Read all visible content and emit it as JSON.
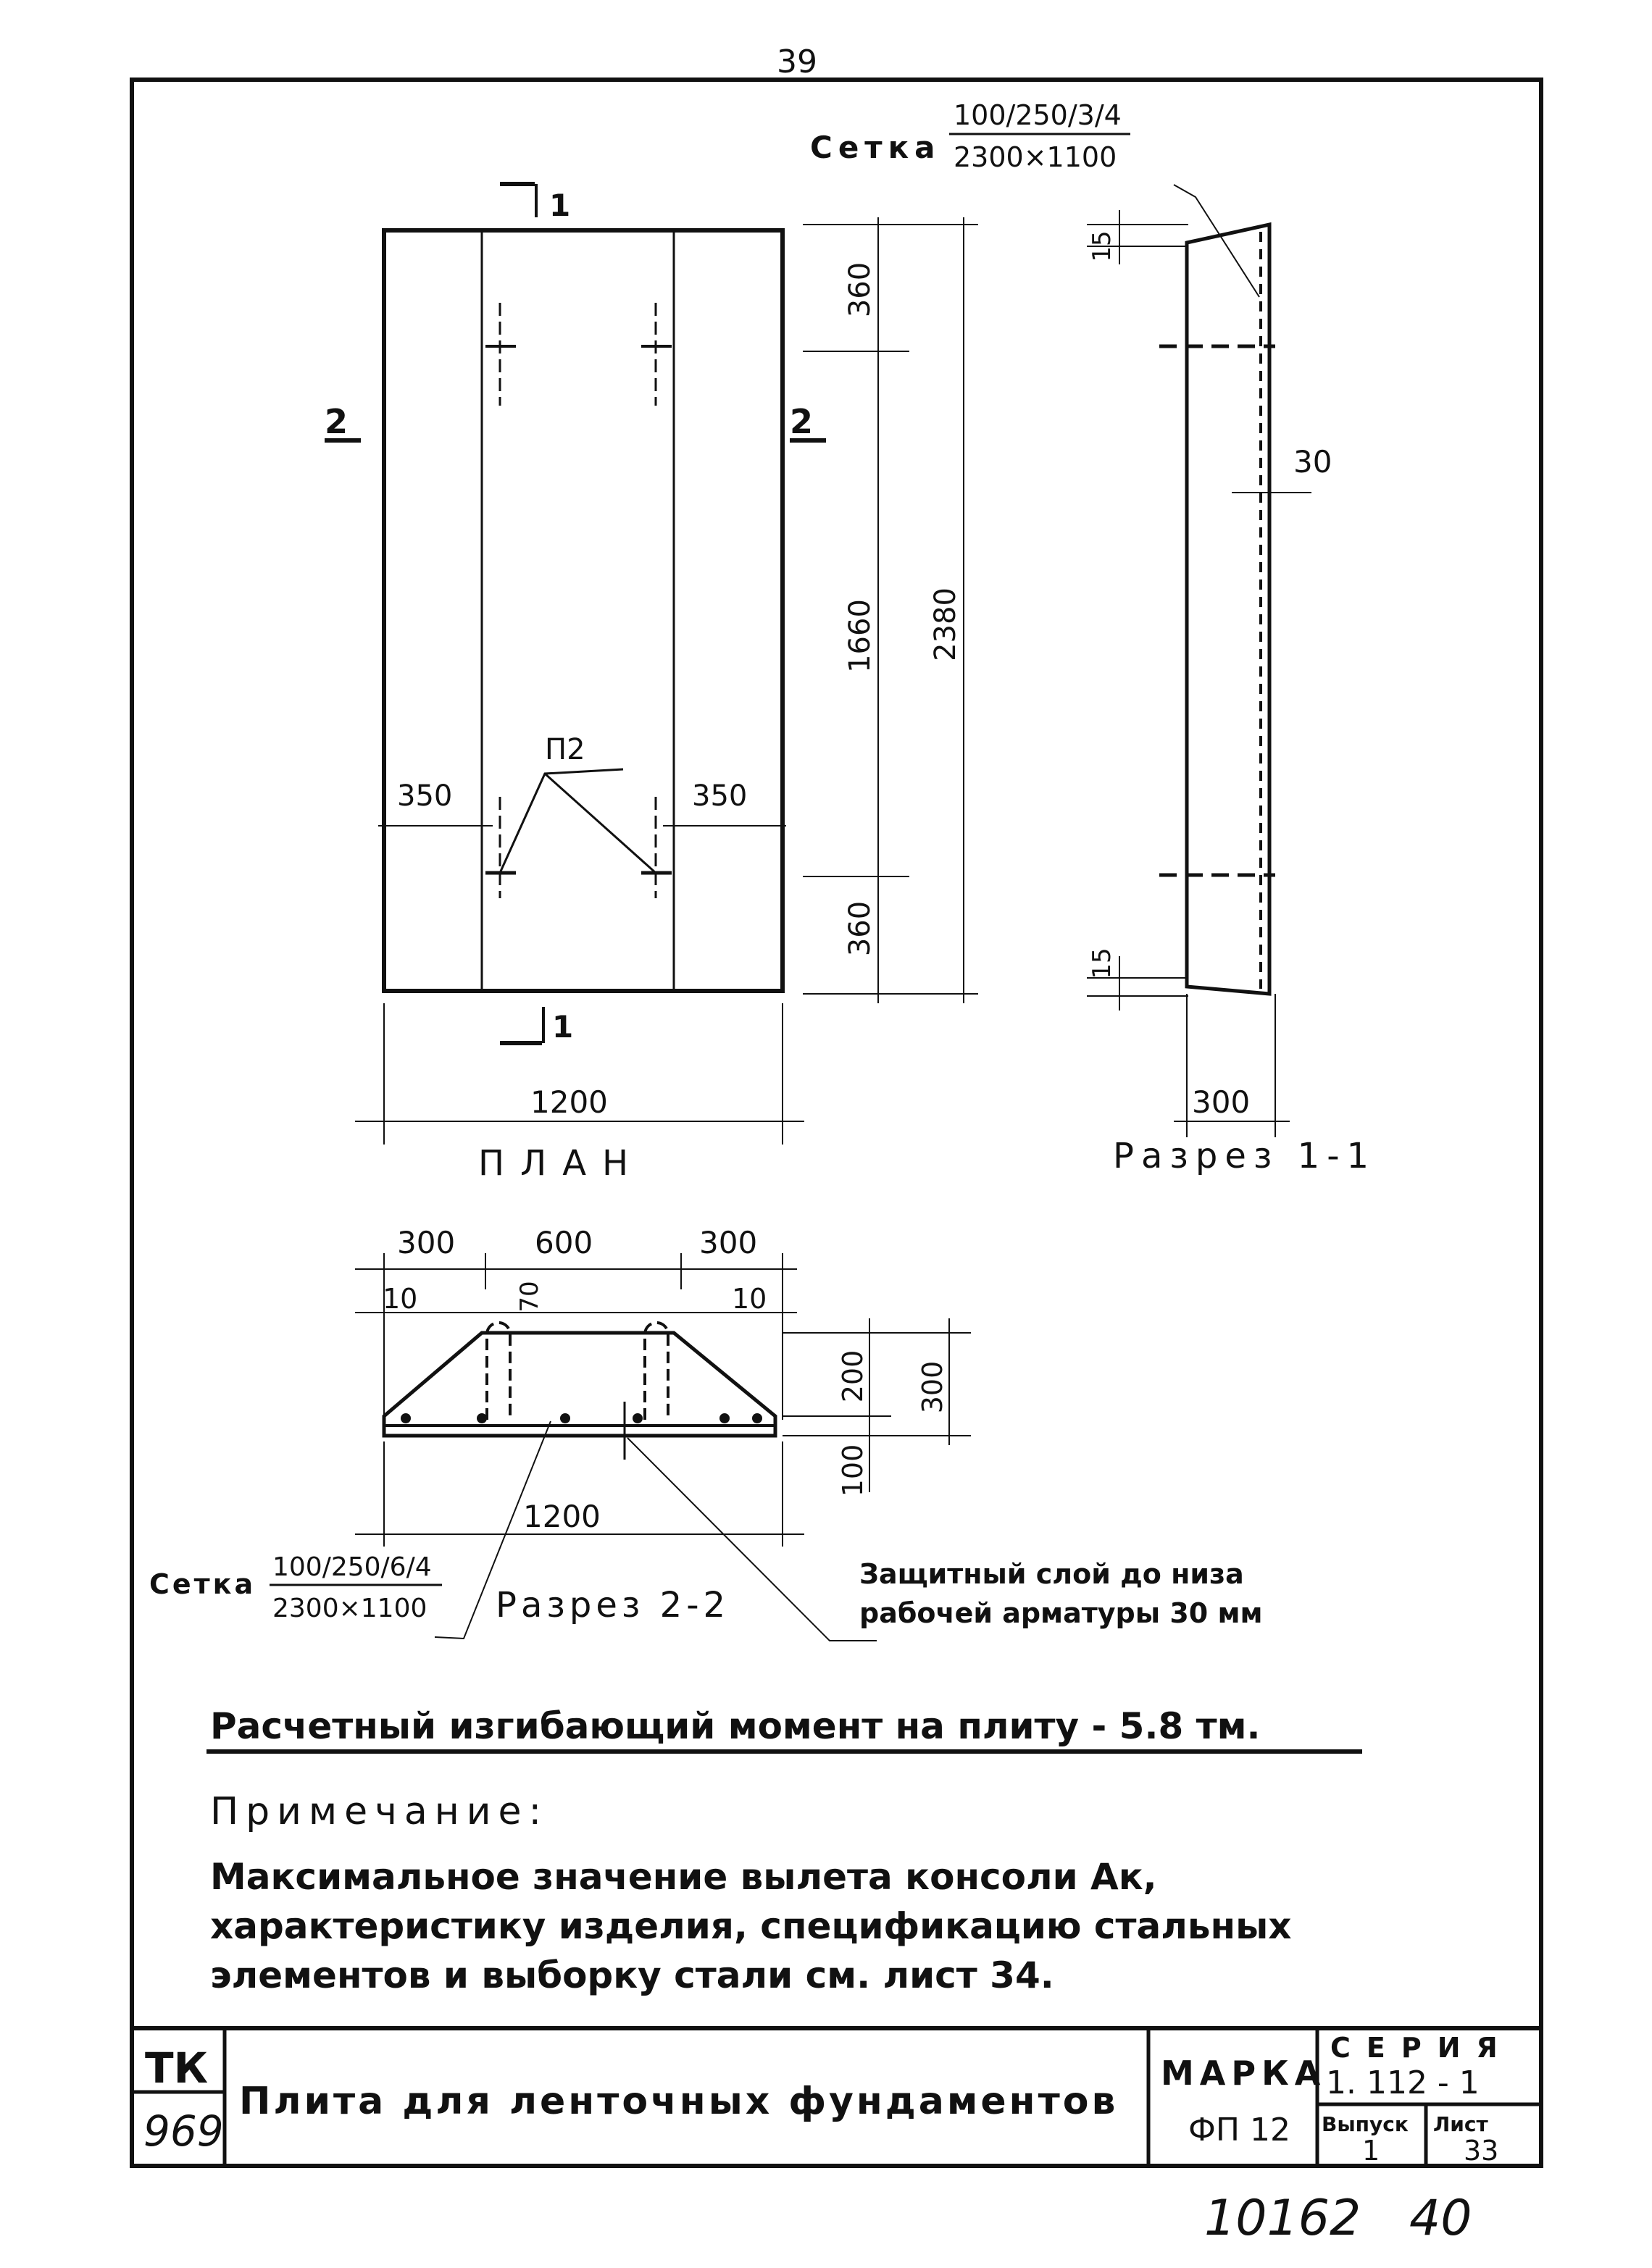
{
  "page_number": "39",
  "plan": {
    "label": "ПЛАН",
    "mesh_prefix": "Сетка",
    "mesh_numerator": "100/250/3/4",
    "mesh_denominator": "2300×1100",
    "section_mark_top": "1",
    "section_mark_bottom": "1",
    "section_mark_left": "2",
    "section_mark_right": "2",
    "lifting_loop_label": "П2",
    "dims": {
      "d360_top": "360",
      "d1660": "1660",
      "d360_bottom": "360",
      "d2380": "2380",
      "d350_left": "350",
      "d350_right": "350",
      "d1200": "1200"
    }
  },
  "section_1_1": {
    "label": "Разрез 1-1",
    "dims": {
      "d15_top": "15",
      "d30": "30",
      "d15_bottom": "15",
      "d300": "300"
    }
  },
  "section_2_2": {
    "label": "Разрез 2-2",
    "mesh_prefix": "Сетка",
    "mesh_numerator": "100/250/6/4",
    "mesh_denominator": "2300×1100",
    "dims": {
      "d300_left": "300",
      "d600": "600",
      "d300_right": "300",
      "d10_left": "10",
      "d70": "70",
      "d10_right": "10",
      "d200": "200",
      "d300_height": "300",
      "d100": "100",
      "d1200": "1200"
    },
    "cover_note_line1": "Защитный слой до низа",
    "cover_note_line2": "рабочей арматуры 30 мм"
  },
  "design_moment_text": "Расчетный изгибающий момент на плиту - 5.8 тм.",
  "note": {
    "heading": "Примечание:",
    "line1": "Максимальное значение вылета консоли Aк,",
    "line2": "характеристику изделия, спецификацию стальных",
    "line3": "элементов и выборку стали см. лист 34."
  },
  "title_block": {
    "org_top": "ТК",
    "org_bottom": "969",
    "title": "Плита для ленточных фундаментов",
    "marka_label": "МАРКА",
    "marka_value": "ФП 12",
    "seriya_label": "СЕРИЯ",
    "seriya_value": "1. 112 - 1",
    "vypusk_label": "Выпуск",
    "vypusk_value": "1",
    "list_label": "Лист",
    "list_value": "33"
  },
  "archive_number": "10162",
  "archive_page": "40"
}
